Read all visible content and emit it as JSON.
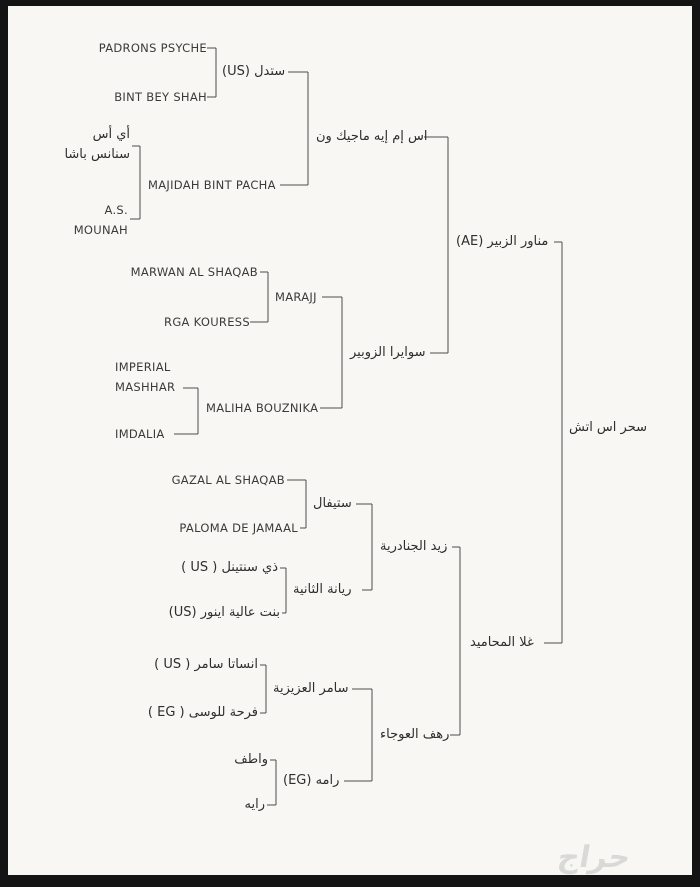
{
  "tree": {
    "label": "سحر اس اتش",
    "top": {
      "label": "مناور الزبير (AE)",
      "top": {
        "label": "اس إم إيه ماجيك ون",
        "top": {
          "label": "ستدل (US)",
          "top": {
            "label": "PADRONS PSYCHE"
          },
          "bottom": {
            "label": "BINT BEY SHAH"
          }
        },
        "bottom": {
          "label": "MAJIDAH BINT PACHA",
          "top": {
            "label": "أي أس\nسنانس باشا"
          },
          "bottom": {
            "label": "A.S.\nMOUNAH"
          }
        }
      },
      "bottom": {
        "label": "سوايرا الزوبير",
        "top": {
          "label": "MARAJJ",
          "top": {
            "label": "MARWAN AL SHAQAB"
          },
          "bottom": {
            "label": "RGA KOURESS"
          }
        },
        "bottom": {
          "label": "MALIHA BOUZNIKA",
          "top": {
            "label": "IMPERIAL\nMASHHAR"
          },
          "bottom": {
            "label": "IMDALIA"
          }
        }
      }
    },
    "bottom": {
      "label": "غلا المحاميد",
      "top": {
        "label": "زيد الجنادرية",
        "top": {
          "label": "ستيفال",
          "top": {
            "label": "GAZAL AL SHAQAB"
          },
          "bottom": {
            "label": "PALOMA DE JAMAAL"
          }
        },
        "bottom": {
          "label": "ريانة الثانية",
          "top": {
            "label": "ذي سنتينل ( US )"
          },
          "bottom": {
            "label": "بنت عالية اينور (US)"
          }
        }
      },
      "bottom": {
        "label": "رهف العوجاء",
        "top": {
          "label": "سامر العزيزية",
          "top": {
            "label": "انساتا سامر ( US )"
          },
          "bottom": {
            "label": "فرحة للوسى ( EG )"
          }
        },
        "bottom": {
          "label": "رامه (EG)",
          "top": {
            "label": "واطف"
          },
          "bottom": {
            "label": "رايه"
          }
        }
      }
    }
  },
  "watermark": {
    "text": "حراج"
  }
}
